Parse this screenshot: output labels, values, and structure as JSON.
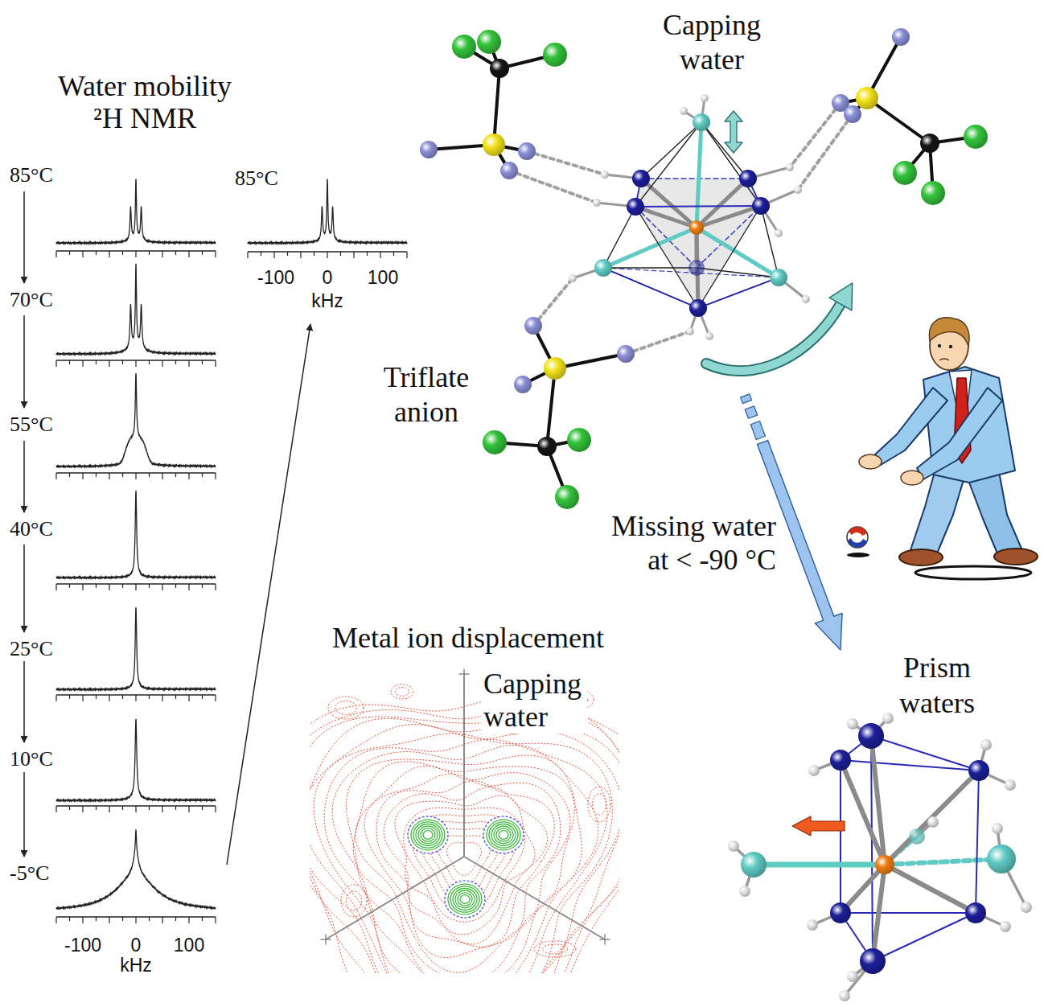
{
  "diagram": {
    "labels": [
      "Water mobility",
      "²H NMR",
      "85°C",
      "70°C",
      "55°C",
      "40°C",
      "25°C",
      "10°C",
      "-5°C",
      "-100",
      "0",
      "100",
      "kHz",
      "85°C",
      "-100",
      "0",
      "100",
      "kHz",
      "Capping water",
      "Triflate anion",
      "Missing water at < -90 °C",
      "Metal ion displacement",
      "Capping water",
      "Prism waters"
    ]
  }
}
